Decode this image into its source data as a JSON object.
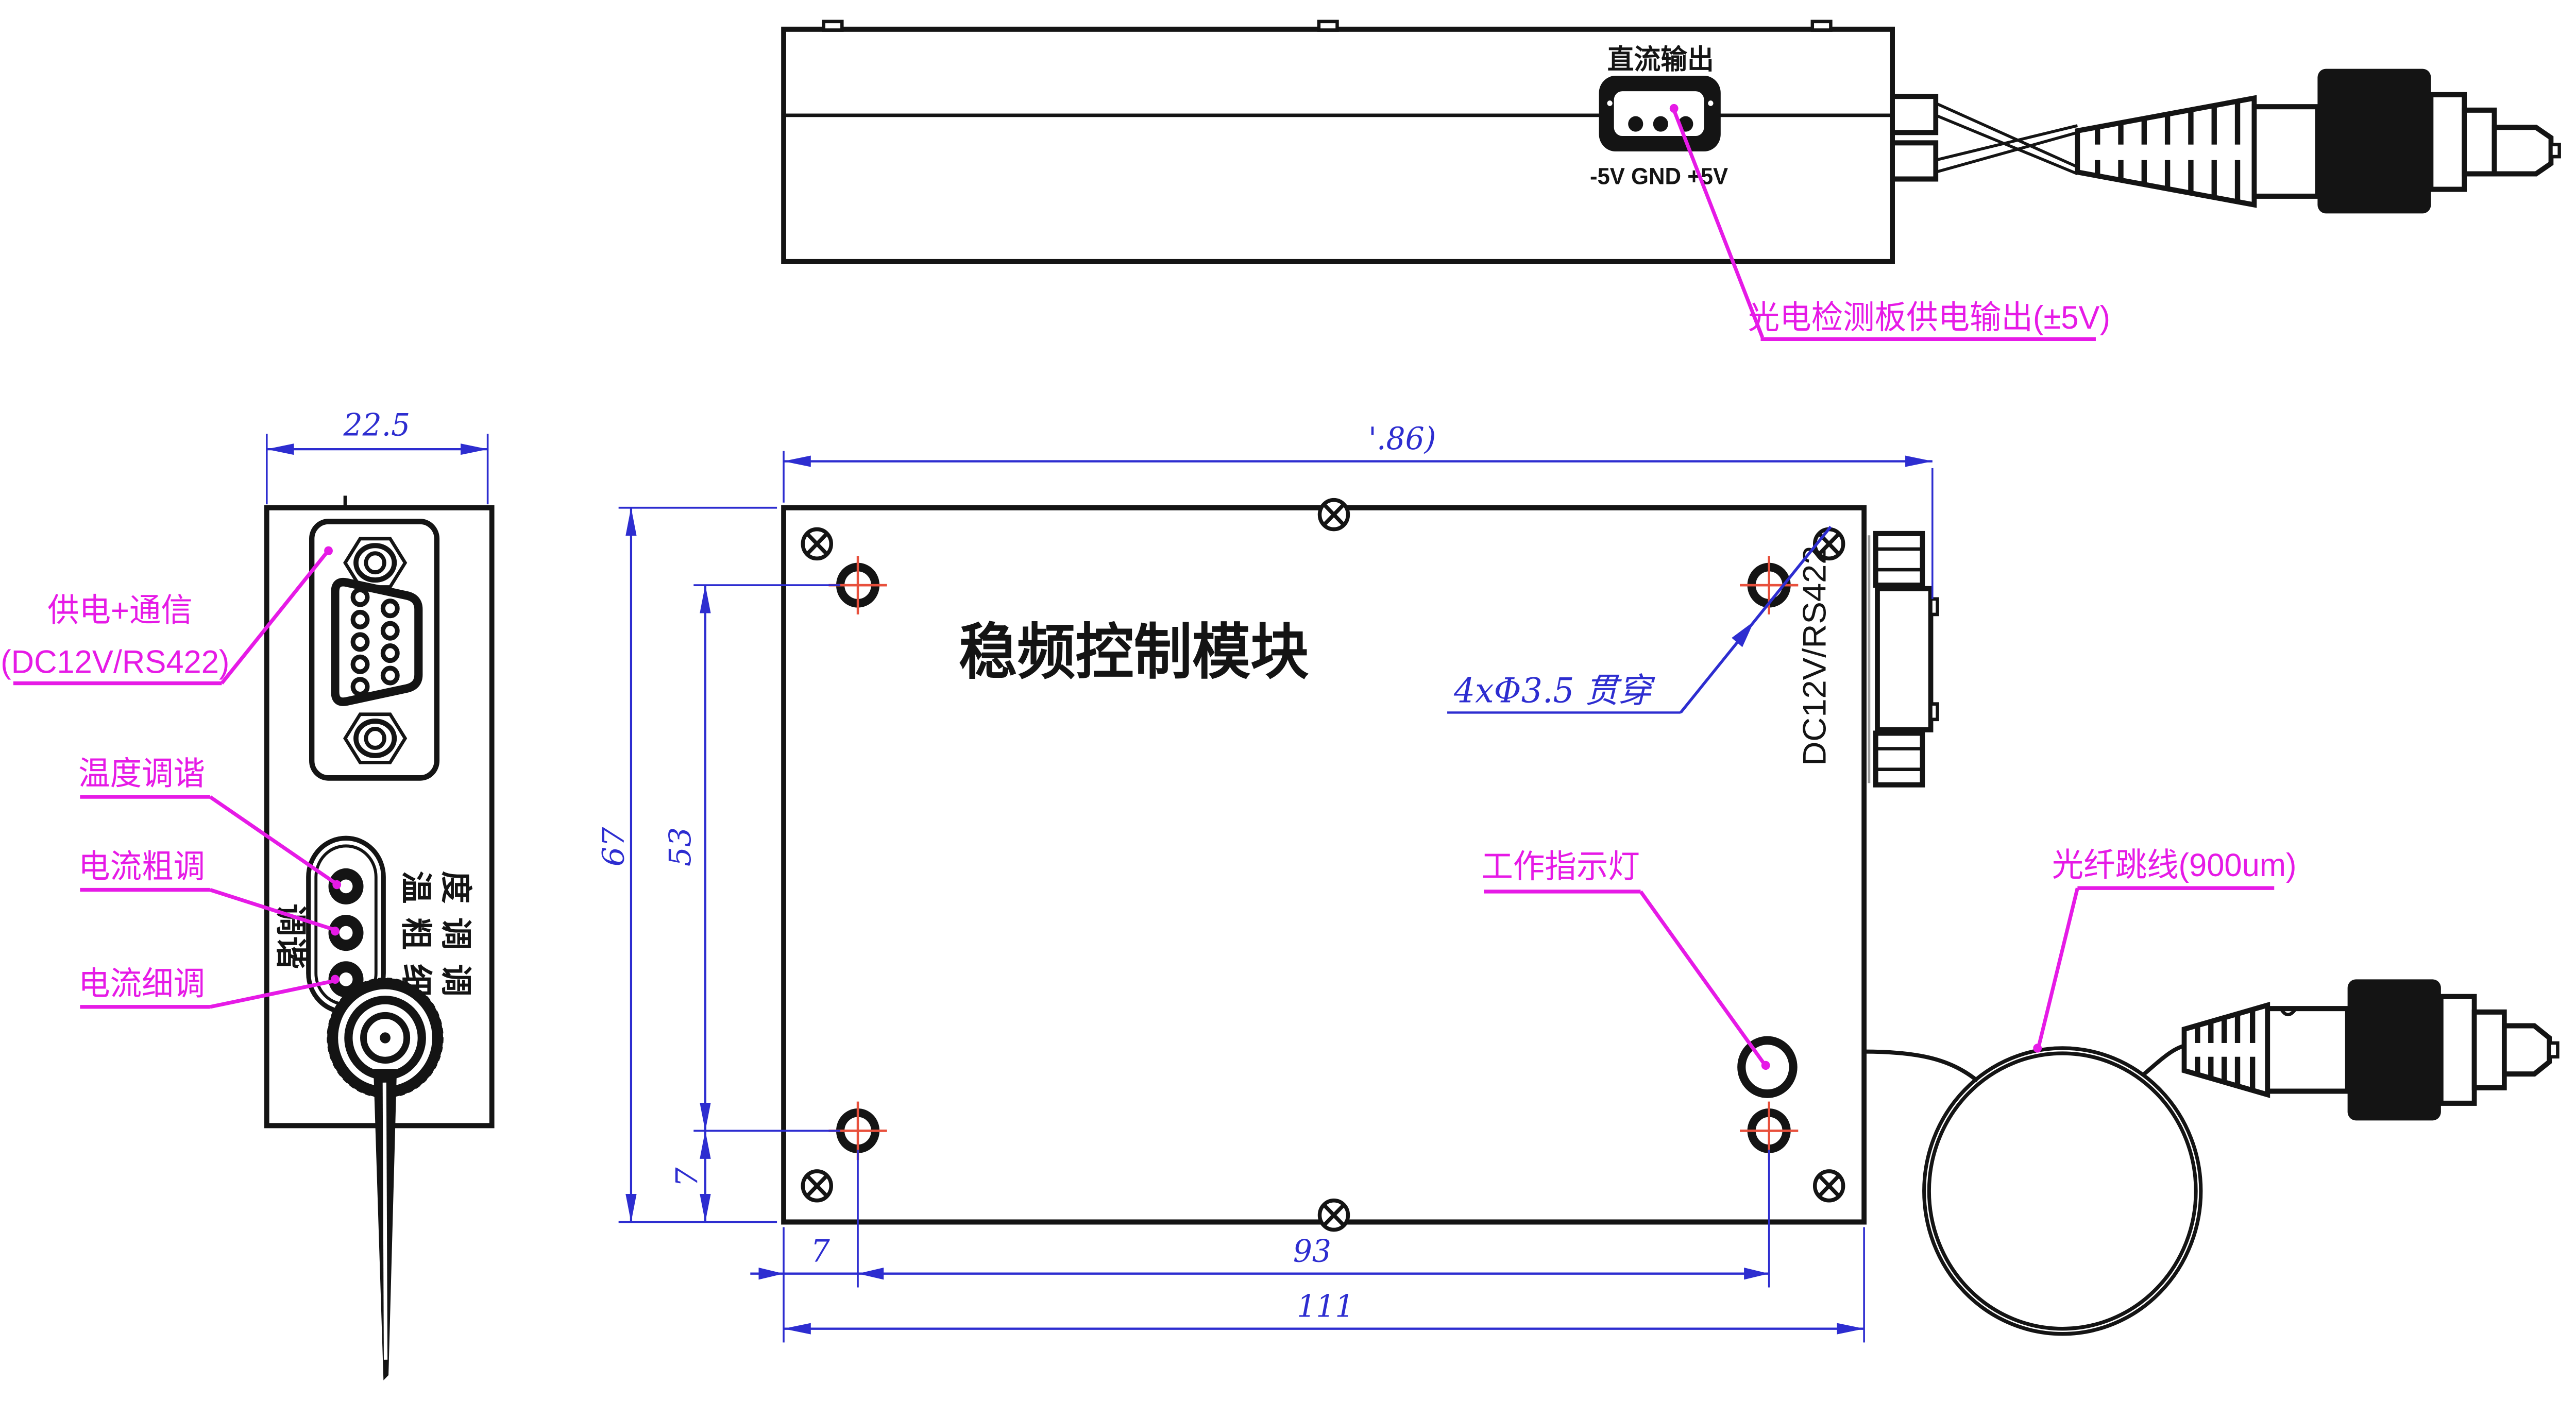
{
  "drawing": {
    "top_view": {
      "dc_label": "直流输出",
      "dc_pins": "-5V GND +5V",
      "power_callout": "光电检测板供电输出(±5V)"
    },
    "left_view": {
      "dim_width": "22.5",
      "callout_power_line1": "供电+通信",
      "callout_power_line2": "(DC12V/RS422)",
      "callout_temp_tune": "温度调谐",
      "callout_current_coarse": "电流粗调",
      "callout_current_fine": "电流细调",
      "panel_tune_char_1": "调",
      "panel_tune_char_2": "谐",
      "panel_row_temp": "温度",
      "panel_row_coarse": "粗调",
      "panel_row_fine": "细调"
    },
    "main_view": {
      "title": "稳频控制模块",
      "hole_callout": "4xΦ3.5 贯穿",
      "port_label": "DC12V/RS422",
      "led_callout": "工作指示灯",
      "fiber_callout": "光纤跳线(900um)",
      "dim_overall_top": "'.86)",
      "dim_height": "67",
      "dim_hole_rows": "53",
      "dim_hole_left": "7",
      "dim_hole_bottom_offset": "7",
      "dim_hole_span": "93",
      "dim_width": "111"
    },
    "colors": {
      "dimension_blue": "#2d2dd0",
      "annotation_magenta": "#e61ae6",
      "centerline_red": "#e8503c",
      "linework_black": "#141414"
    }
  }
}
